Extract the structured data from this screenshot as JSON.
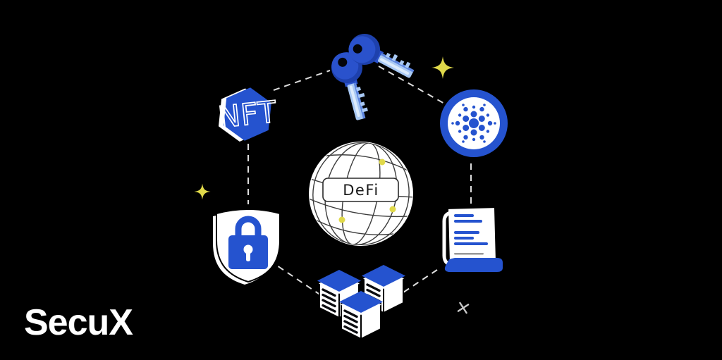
{
  "brand": {
    "logo": "SecuX"
  },
  "diagram": {
    "center_label": "DeFi",
    "nft_label": "NFT",
    "icons": [
      "dual-keys-icon",
      "cardano-coin-icon",
      "smart-contract-document-icon",
      "server-nodes-icon",
      "security-shield-lock-icon",
      "nft-hexagon-icon",
      "defi-globe-icon",
      "sparkle-icon",
      "x-sparkle-icon"
    ]
  },
  "colors": {
    "bg": "#000000",
    "blue": "#2553cf",
    "blue-bright": "#2a52cc",
    "blue-dark": "#1e41ad",
    "blue-light": "#a9c9f4",
    "blue-mid": "#5e86e0",
    "hilite": "#dcebfc",
    "white": "#ffffff",
    "yellow": "#e0d94a",
    "ink": "#1a1a1a",
    "globe-line": "#3c3c3c",
    "dash": "#dddddd",
    "gray-line": "#999999",
    "xmark": "#c9c9c9"
  }
}
